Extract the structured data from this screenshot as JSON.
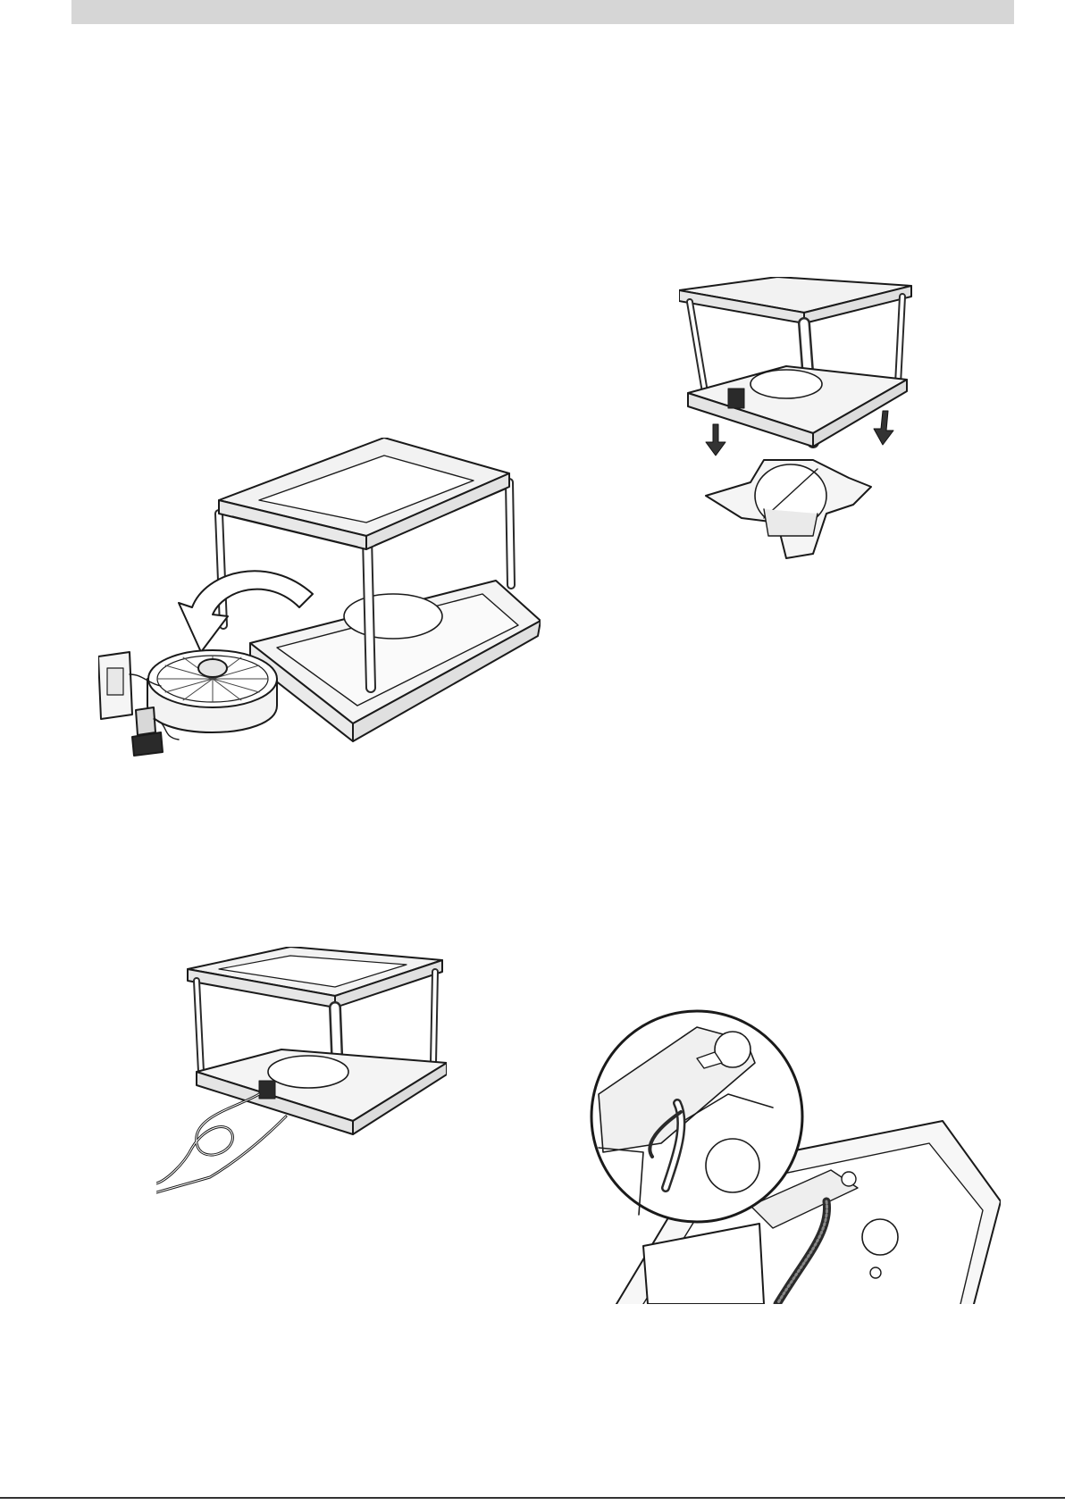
{
  "page": {
    "header_color": "#d6d6d6",
    "line_color": "#1a1a1a"
  },
  "figures": [
    {
      "id": "fig-remove-fan",
      "icon": "remove-fan-assembly-illustration"
    },
    {
      "id": "fig-attach-mount",
      "icon": "attach-mounting-bracket-illustration"
    },
    {
      "id": "fig-feed-cable",
      "icon": "feed-power-cable-illustration"
    },
    {
      "id": "fig-cable-detail",
      "icon": "cable-gland-detail-illustration"
    }
  ],
  "footer": {
    "marker": ""
  }
}
